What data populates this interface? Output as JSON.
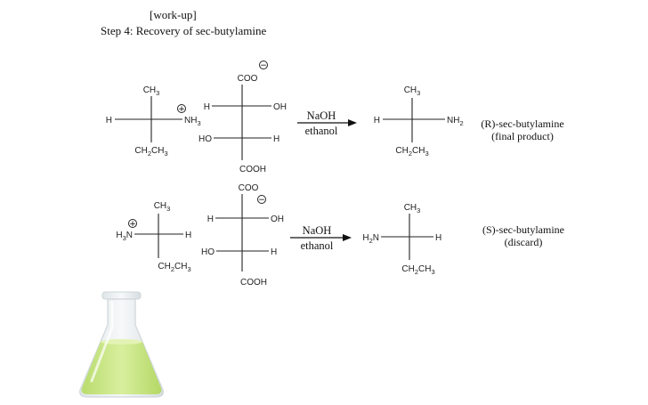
{
  "header": {
    "section": "[work-up]",
    "step": "Step 4: Recovery of sec-butylamine"
  },
  "top_reaction": {
    "amine": {
      "top": "CH3",
      "left": "H",
      "right": "NH3",
      "bottom": "CH2CH3",
      "charge": "+"
    },
    "tartrate": {
      "top": "COO",
      "charge": "−",
      "row1_left": "H",
      "row1_right": "OH",
      "row2_left": "HO",
      "row2_right": "H",
      "bottom": "COOH"
    },
    "reagent": "NaOH",
    "solvent": "ethanol",
    "product": {
      "top": "CH3",
      "left": "H",
      "right": "NH2",
      "bottom": "CH2CH3"
    },
    "name_line1": "(R)-sec-butylamine",
    "name_line2": "(final product)"
  },
  "bottom_reaction": {
    "amine": {
      "top": "CH3",
      "left": "H3N",
      "right": "H",
      "bottom": "CH2CH3",
      "charge": "+"
    },
    "tartrate": {
      "top": "COO",
      "charge": "−",
      "row1_left": "H",
      "row1_right": "OH",
      "row2_left": "HO",
      "row2_right": "H",
      "bottom": "COOH"
    },
    "reagent": "NaOH",
    "solvent": "ethanol",
    "product": {
      "top": "CH3",
      "left": "H2N",
      "right": "H",
      "bottom": "CH2CH3"
    },
    "name_line1": "(S)-sec-butylamine",
    "name_line2": "(discard)"
  },
  "colors": {
    "flask_liquid": "#c9e58a",
    "flask_glass": "#e7ecee"
  }
}
